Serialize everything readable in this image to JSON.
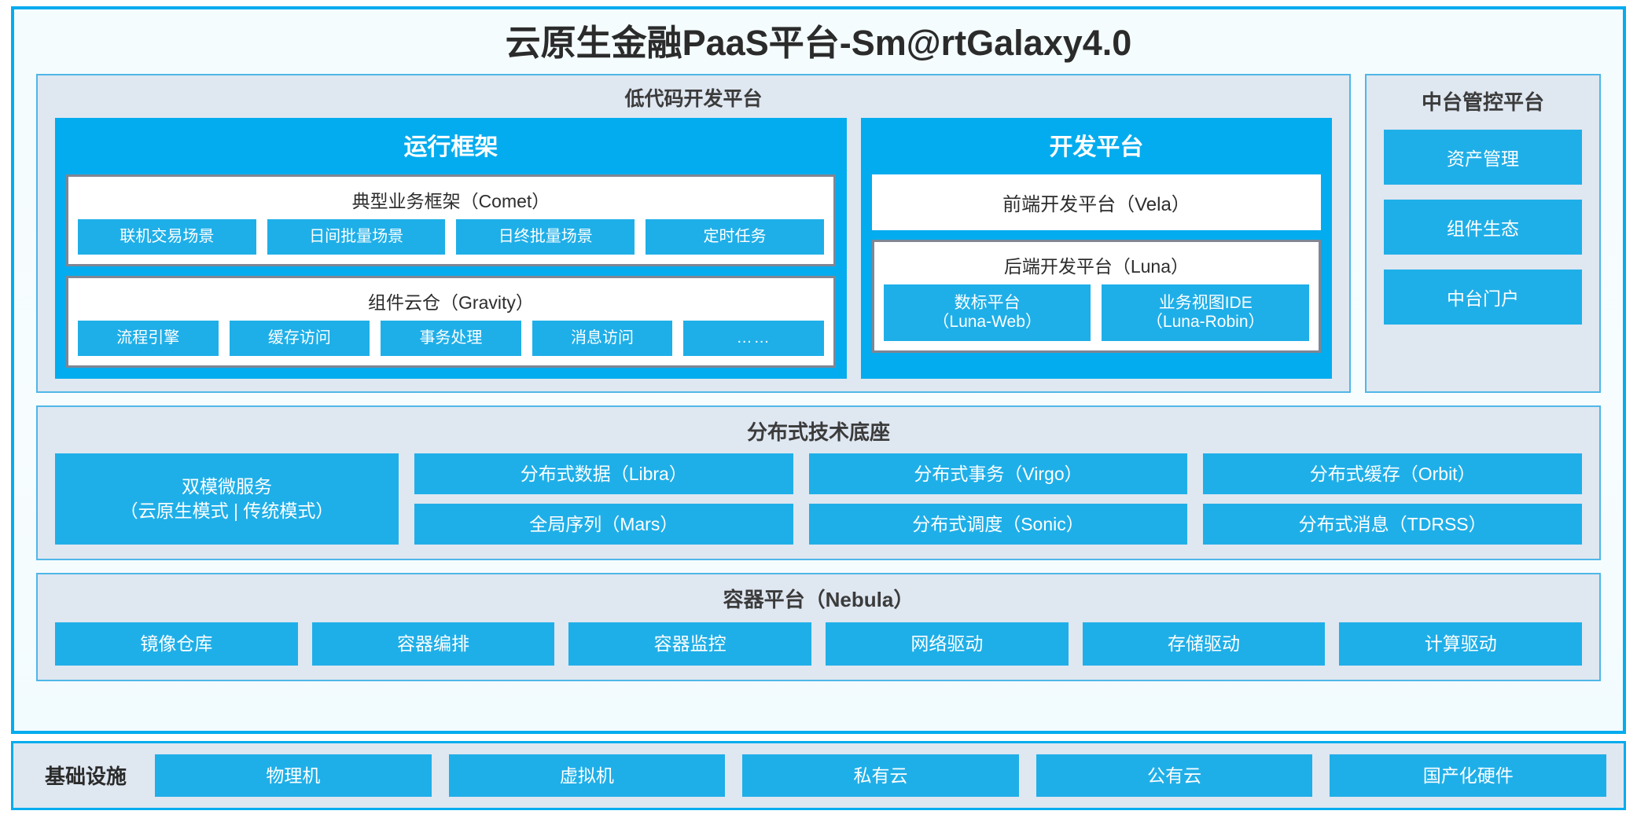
{
  "title": "云原生金融PaaS平台-Sm@rtGalaxy4.0",
  "colors": {
    "accent_blue": "#03ACEE",
    "chip_blue": "#1FAFE8",
    "panel_bg": "#DFE7F1",
    "border_gray": "#7F8694"
  },
  "lowcode": {
    "title": "低代码开发平台",
    "runtime": {
      "title": "运行框架",
      "comet": {
        "title": "典型业务框架（Comet）",
        "items": [
          "联机交易场景",
          "日间批量场景",
          "日终批量场景",
          "定时任务"
        ]
      },
      "gravity": {
        "title": "组件云仓（Gravity）",
        "items": [
          "流程引擎",
          "缓存访问",
          "事务处理",
          "消息访问",
          "……"
        ]
      }
    },
    "devplatform": {
      "title": "开发平台",
      "frontend": "前端开发平台（Vela）",
      "backend": {
        "title": "后端开发平台（Luna）",
        "items": [
          {
            "line1": "数标平台",
            "line2": "（Luna-Web）"
          },
          {
            "line1": "业务视图IDE",
            "line2": "（Luna-Robin）"
          }
        ]
      }
    }
  },
  "midplatform": {
    "title": "中台管控平台",
    "items": [
      "资产管理",
      "组件生态",
      "中台门户"
    ]
  },
  "techbase": {
    "title": "分布式技术底座",
    "feature": {
      "line1": "双模微服务",
      "line2": "（云原生模式 | 传统模式）"
    },
    "columns": [
      [
        "分布式数据（Libra）",
        "全局序列（Mars）"
      ],
      [
        "分布式事务（Virgo）",
        "分布式调度（Sonic）"
      ],
      [
        "分布式缓存（Orbit）",
        "分布式消息（TDRSS）"
      ]
    ]
  },
  "container": {
    "title": "容器平台（Nebula）",
    "items": [
      "镜像仓库",
      "容器编排",
      "容器监控",
      "网络驱动",
      "存储驱动",
      "计算驱动"
    ]
  },
  "infrastructure": {
    "label": "基础设施",
    "items": [
      "物理机",
      "虚拟机",
      "私有云",
      "公有云",
      "国产化硬件"
    ]
  }
}
